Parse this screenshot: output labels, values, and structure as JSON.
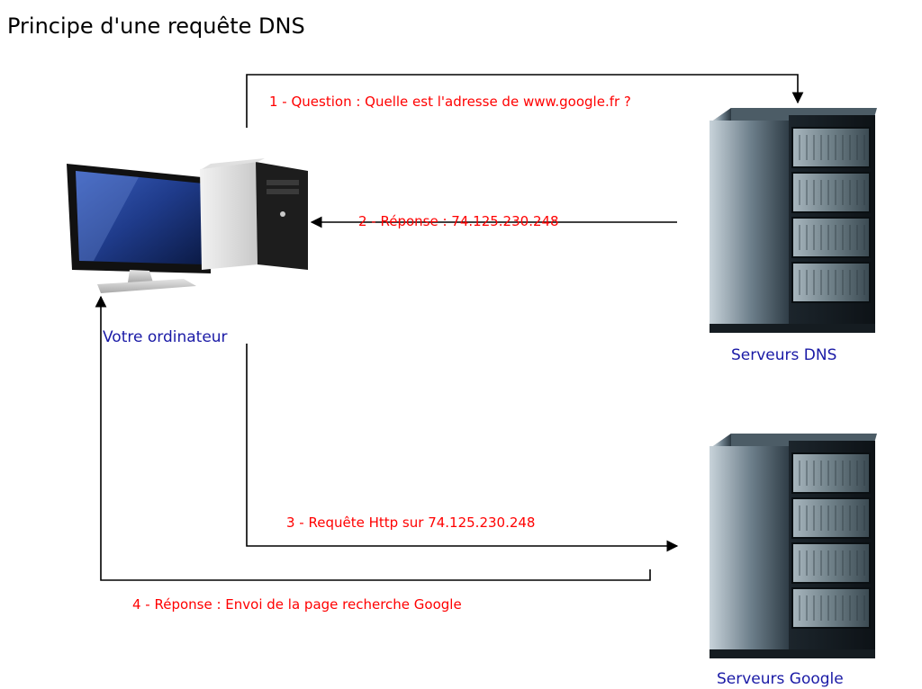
{
  "title": "Principe d'une requête DNS",
  "nodes": {
    "computer": {
      "label": "Votre ordinateur",
      "icon": "desktop-computer-icon"
    },
    "dns_servers": {
      "label": "Serveurs DNS",
      "icon": "server-rack-icon"
    },
    "google_servers": {
      "label": "Serveurs Google",
      "icon": "server-rack-icon"
    }
  },
  "steps": [
    {
      "label": "1 - Question : Quelle est l'adresse de www.google.fr ?",
      "from": "computer",
      "to": "dns_servers"
    },
    {
      "label": "2 - Réponse : 74.125.230.248",
      "from": "dns_servers",
      "to": "computer"
    },
    {
      "label": "3 - Requête Http sur 74.125.230.248",
      "from": "computer",
      "to": "google_servers"
    },
    {
      "label": "4 - Réponse : Envoi de la page recherche Google",
      "from": "google_servers",
      "to": "computer"
    }
  ],
  "colors": {
    "step_text": "#ff0000",
    "node_label": "#1a1aa6",
    "arrow": "#000000"
  }
}
